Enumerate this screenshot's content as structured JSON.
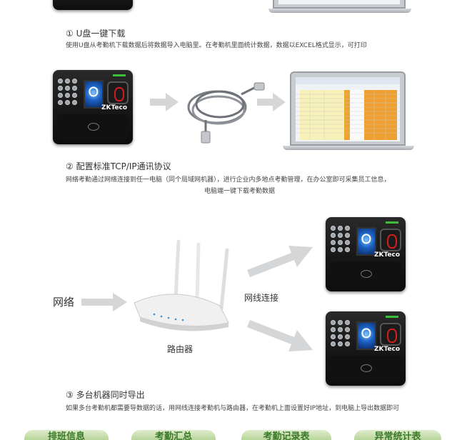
{
  "section1": {
    "title": "① U盘一键下载",
    "desc": "使用U盘从考勤机下载数据后将数据导入电脑里。在考勤机里面统计数据，数据以EXCEL格式显示，可打印"
  },
  "section2": {
    "title": "② 配置标准TCP/IP通讯协议",
    "desc_line1": "网络考勤通过网络连接到任一电脑（同个局域网机器），进行企业内多地点考勤管理，在办公室即可采集员工信息，",
    "desc_line2": "电脑端一键下载考勤数据"
  },
  "section3": {
    "label_network": "网络",
    "label_cable": "网线连接",
    "label_router": "路由器",
    "title": "③ 多台机器同时导出",
    "desc": "如果多台考勤机都需要导数据的话，用网线连接考勤机与路由器，在考勤机上面设置好IP地址，到电脑上导出数据即可"
  },
  "tabs": [
    {
      "label": "排班信息"
    },
    {
      "label": "考勤汇总"
    },
    {
      "label": "考勤记录表"
    },
    {
      "label": "异常统计表"
    }
  ],
  "device_brand": "ZKTeco",
  "colors": {
    "arrow": "#d4d6d8",
    "tab_green": "#b8d59a",
    "screen_blue": "#1c62c4",
    "spreadsheet_orange": "#f0a030"
  }
}
